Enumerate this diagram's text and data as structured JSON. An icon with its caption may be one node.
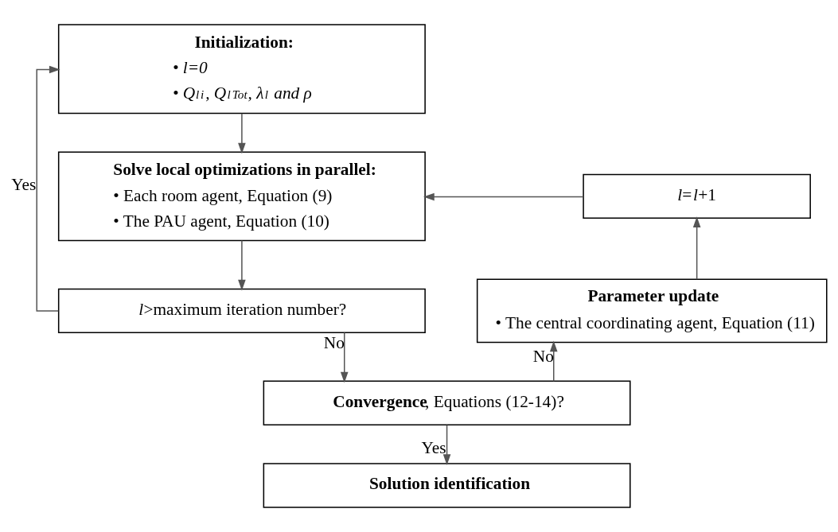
{
  "diagram": {
    "nodes": [
      {
        "text": [
          "Initialization:",
          "• l=0",
          "• Q$^{l}$$_{i}$, Q$^{l}$$_{Tot}$, λ$^{l}$ and ρ"
        ]
      },
      {
        "text": [
          "Solve local optimizations in parallel:",
          "• Each room agent, Equation (9)",
          "• The PAU agent, Equation (10)"
        ]
      },
      {
        "text": [
          "*l*>maximum iteration number?"
        ]
      },
      {
        "text": [
          "**Convergence**, Equations (12-14)?"
        ]
      },
      {
        "text": [
          "Solution identification"
        ]
      },
      {
        "text": [
          "*l*=*l*+1"
        ]
      },
      {
        "text": [
          "Parameter update",
          "• The central coordinating agent, Equation (11)"
        ]
      }
    ],
    "edges": [
      {
        "from": 0,
        "to": 1,
        "arrow": "to"
      },
      {
        "from": 1,
        "to": 2,
        "arrow": "to"
      },
      {
        "from": 2,
        "to": 0,
        "arrow": "to",
        "label": "Yes"
      },
      {
        "from": 2,
        "to": 3,
        "arrow": "to",
        "label": "No"
      },
      {
        "from": 3,
        "to": 4,
        "arrow": "to",
        "label": "Yes"
      },
      {
        "from": 3,
        "to": 6,
        "arrow": "to",
        "label": "No"
      },
      {
        "from": 6,
        "to": 5,
        "arrow": "to"
      },
      {
        "from": 5,
        "to": 1,
        "arrow": "to"
      }
    ]
  }
}
